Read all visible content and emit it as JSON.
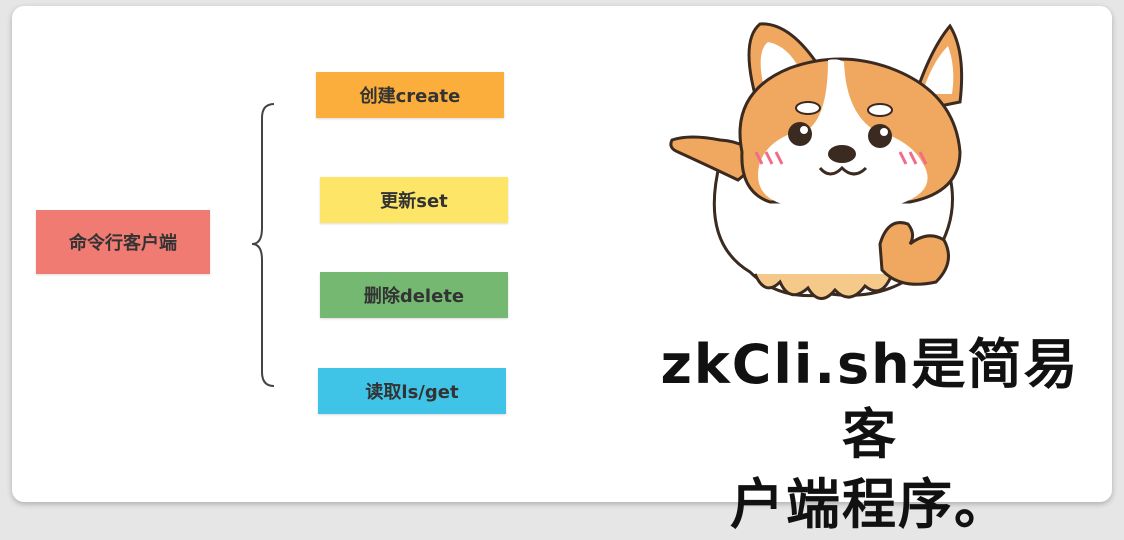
{
  "diagram": {
    "root": {
      "label": "命令行客户端",
      "color": "#f07b72"
    },
    "children": [
      {
        "label": "创建create",
        "color": "#fbae3c"
      },
      {
        "label": "更新set",
        "color": "#fde568"
      },
      {
        "label": "删除delete",
        "color": "#74b871"
      },
      {
        "label": "读取ls/get",
        "color": "#3fc3e6"
      }
    ]
  },
  "caption": {
    "line1": "zkCli.sh是简易客",
    "line2": "户端程序。"
  },
  "mascot": {
    "icon": "corgi-mascot-icon"
  }
}
